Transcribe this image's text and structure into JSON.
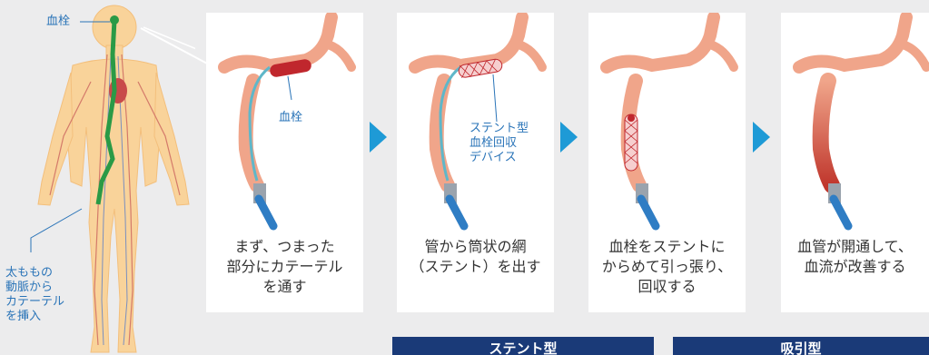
{
  "body_labels": {
    "clot": "血栓",
    "insert": [
      "太ももの",
      "動脈から",
      "カテーテル",
      "を挿入"
    ]
  },
  "steps": [
    {
      "caption": "まず、つまった\n部分にカテーテル\nを通す",
      "label": "血栓"
    },
    {
      "caption": "管から筒状の網\n（ステント）を出す",
      "label": "ステント型\n血栓回収\nデバイス"
    },
    {
      "caption": "血栓をステントに\nからめて引っ張り、\n回収する"
    },
    {
      "caption": "血管が開通して、\n血流が改善する"
    }
  ],
  "banners": {
    "stent": "ステント型",
    "suction": "吸引型"
  },
  "colors": {
    "background": "#ececed",
    "accent": "#1e9ad6",
    "banner": "#1a3a78",
    "vessel": "#f0a58a",
    "clot": "#c0272d",
    "catheter": "#2f7dc4"
  }
}
